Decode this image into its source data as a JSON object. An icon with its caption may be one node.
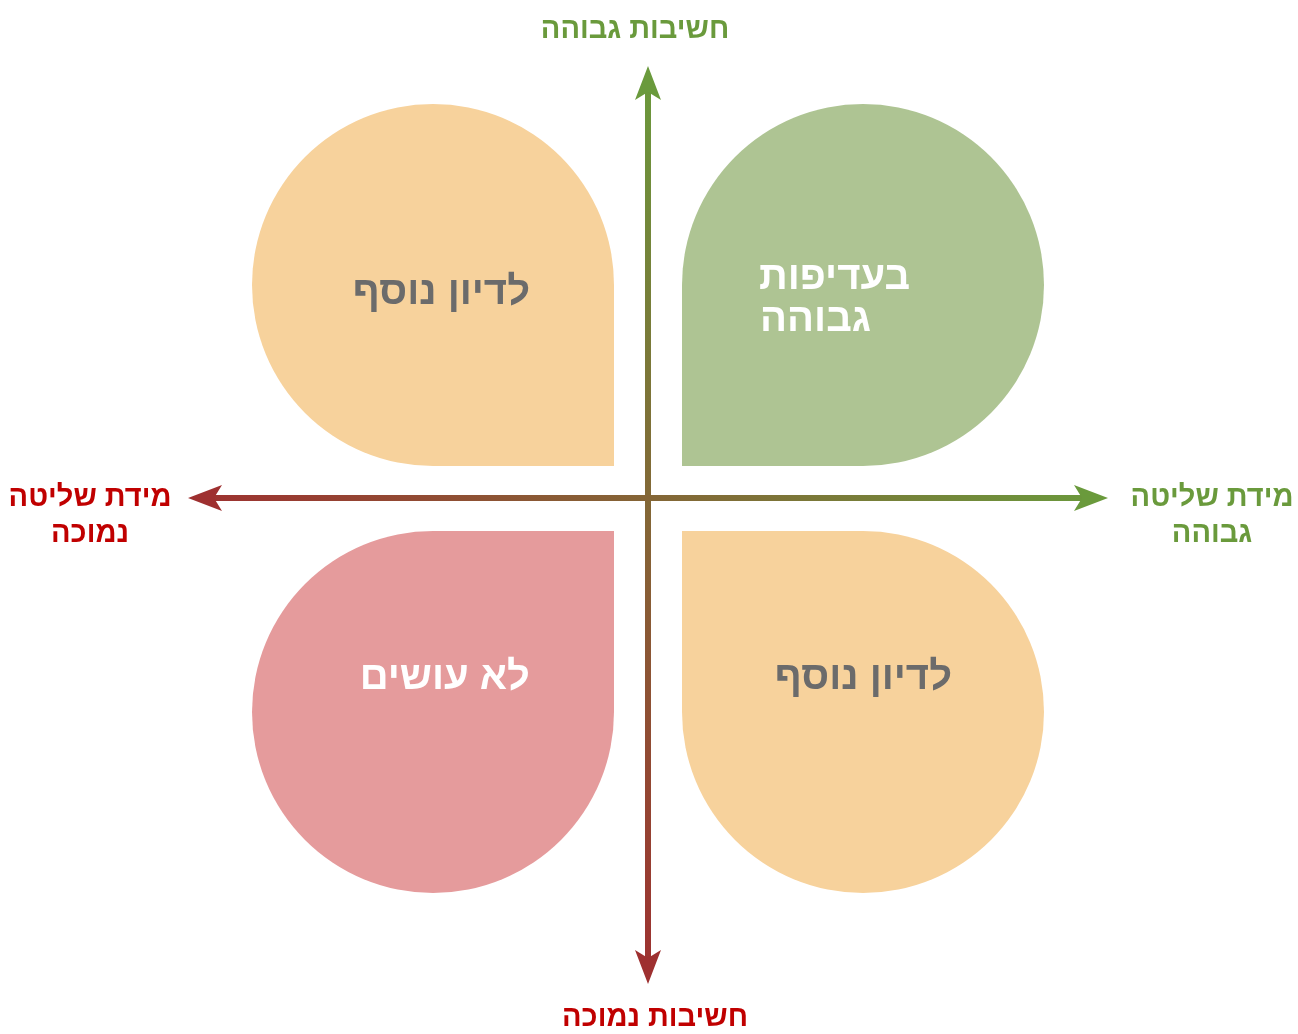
{
  "diagram": {
    "nodes": [
      {
        "text": [
          "לדיון נוסף"
        ]
      },
      {
        "text": [
          "בעדיפות גבוהה"
        ]
      },
      {
        "text": [
          "לא עושים"
        ]
      },
      {
        "text": [
          "לדיון נוסף"
        ]
      }
    ],
    "labels": [
      "חשיבות גבוהה",
      "מידת שליטה נמוכה",
      "מידת שליטה גבוהה",
      "חשיבות נמוכה"
    ]
  }
}
